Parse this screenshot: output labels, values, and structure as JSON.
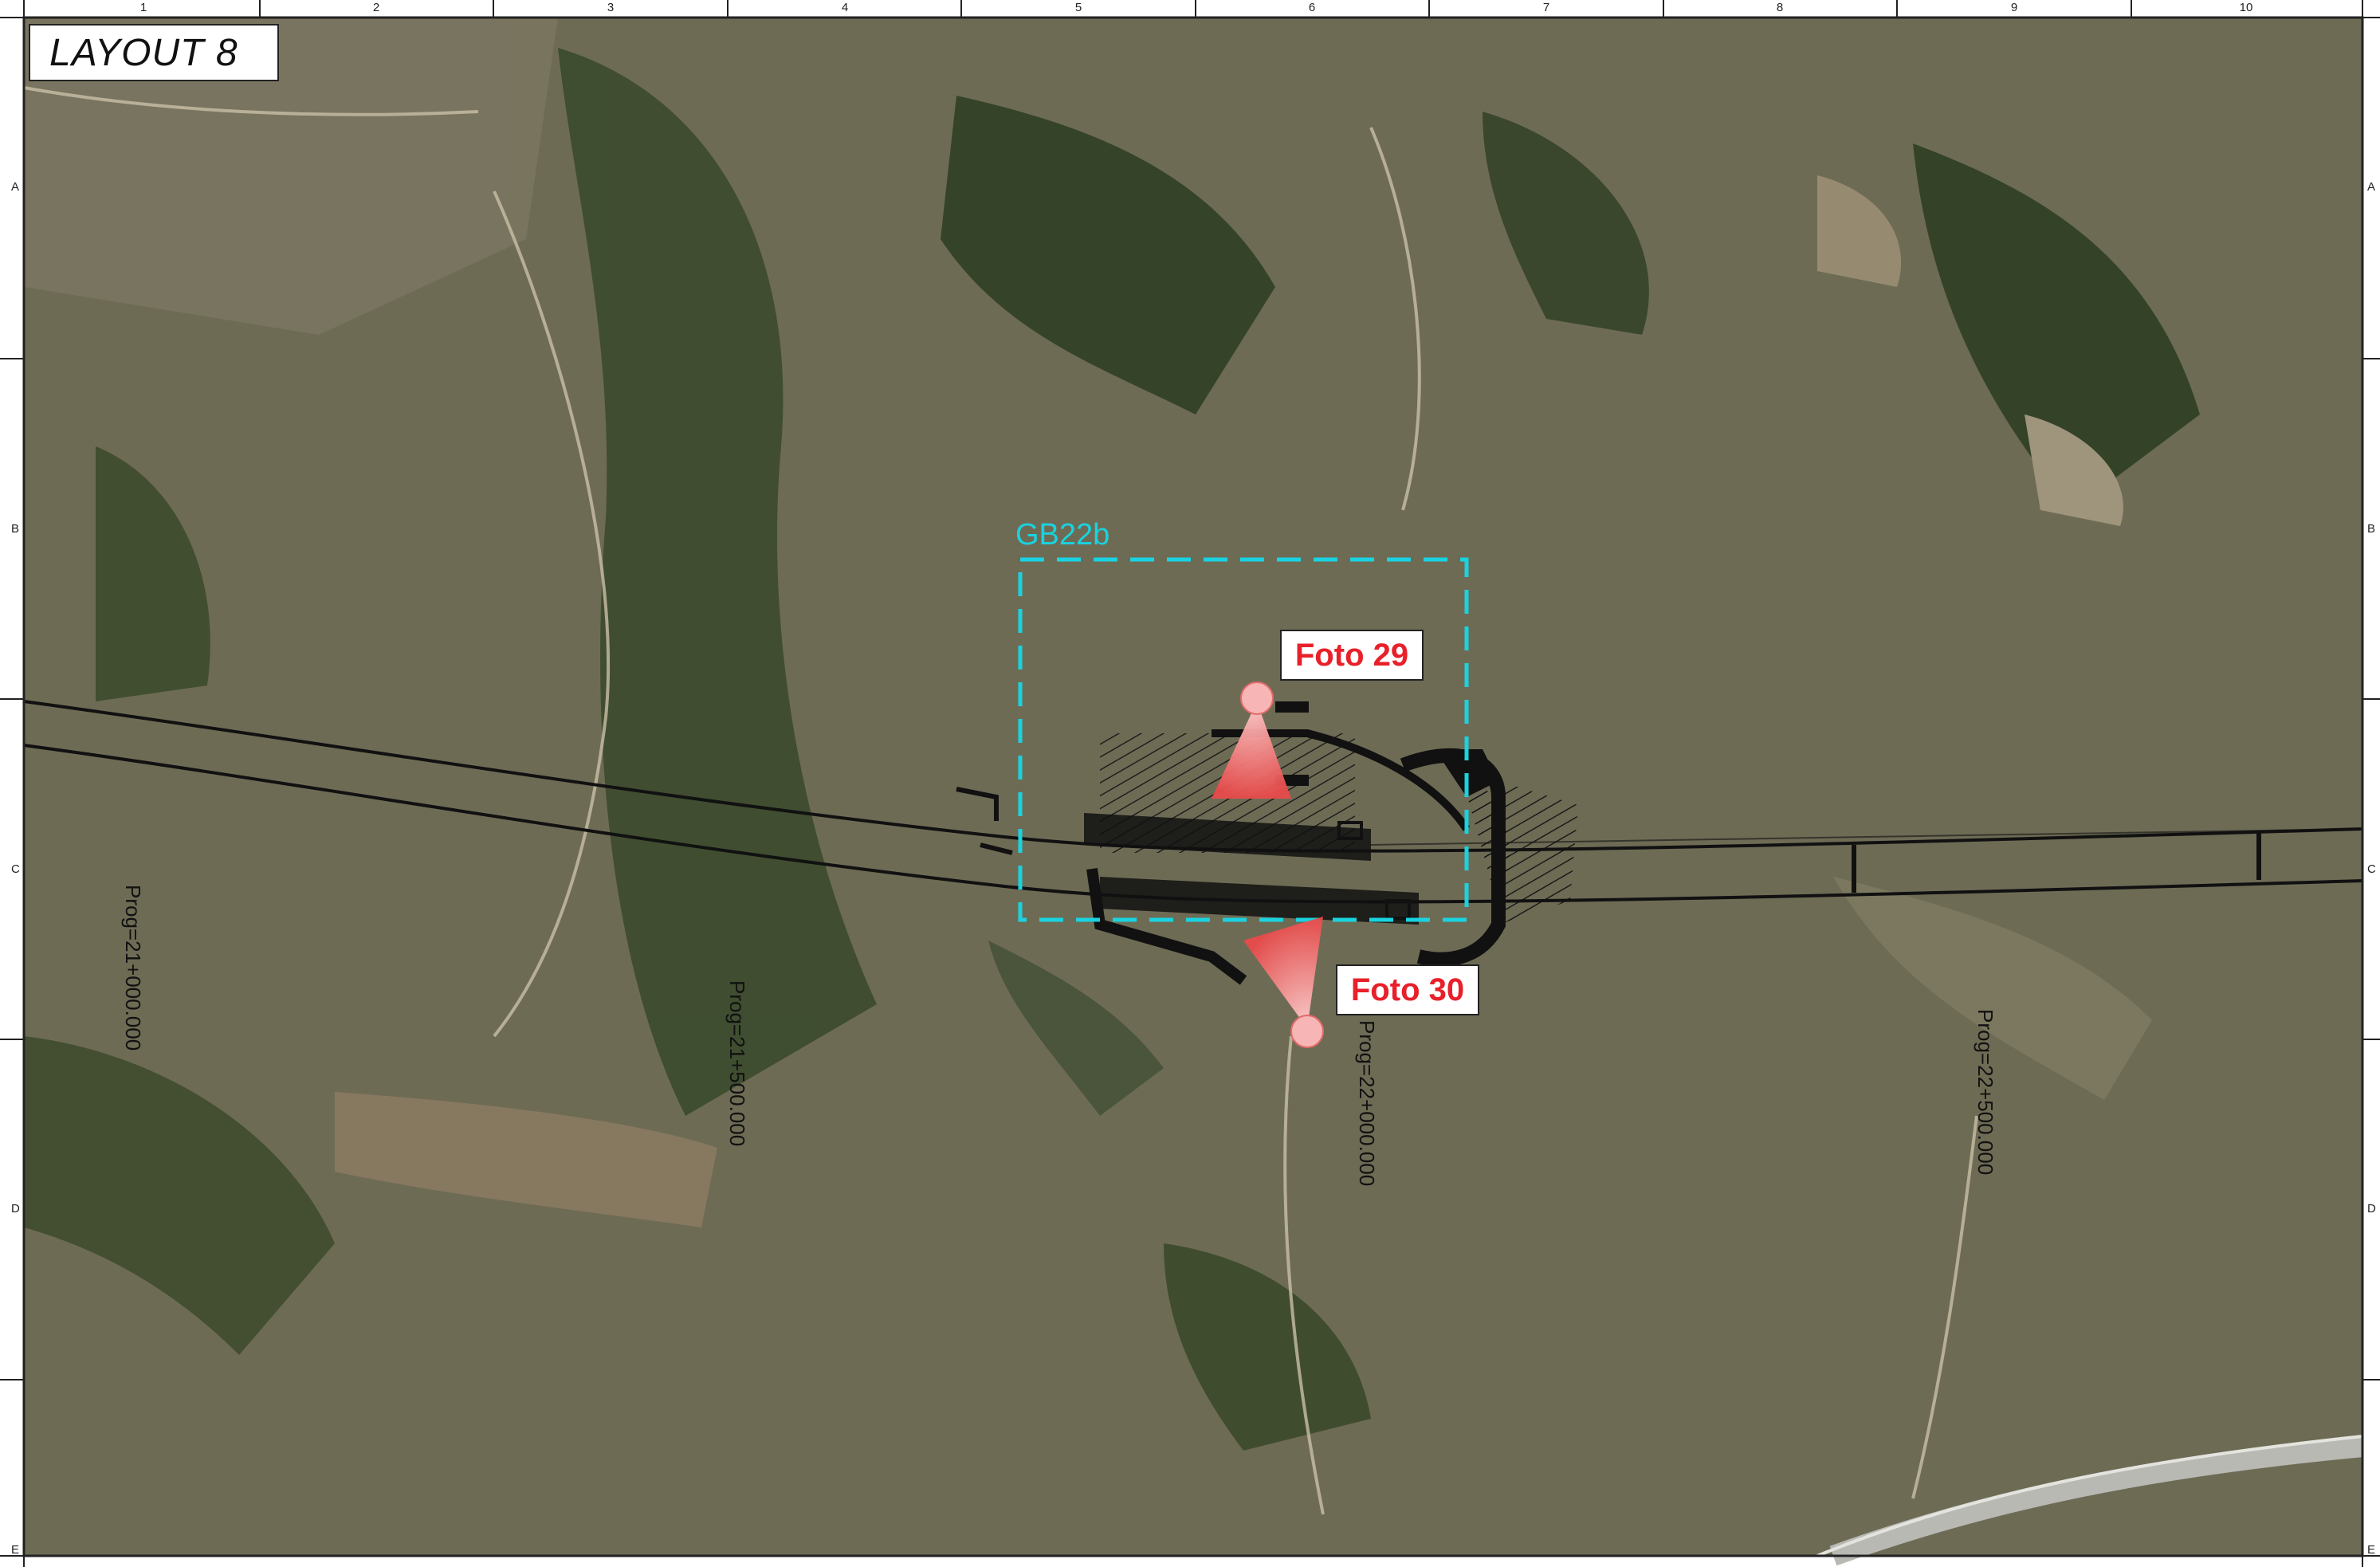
{
  "title": "LAYOUT 8",
  "area_label": "GB22b",
  "photos": [
    {
      "label": "Foto 29"
    },
    {
      "label": "Foto 30"
    }
  ],
  "chainages": [
    "Prog=21+000.000",
    "Prog=21+500.000",
    "Prog=22+000.000",
    "Prog=22+500.000"
  ],
  "grid": {
    "columns": [
      "1",
      "2",
      "3",
      "4",
      "5",
      "6",
      "7",
      "8",
      "9",
      "10"
    ],
    "rows": [
      "A",
      "B",
      "C",
      "D",
      "E"
    ]
  },
  "colors": {
    "area_outline": "#19d3e0",
    "photo_label_text": "#e8202a",
    "photo_cone": "#f26b6b",
    "road": "#111111"
  },
  "icons": [
    "camera-viewpoint-icon"
  ]
}
